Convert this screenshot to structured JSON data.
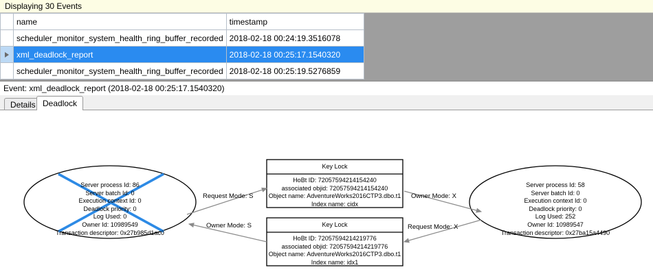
{
  "banner": {
    "text": "Displaying 30 Events"
  },
  "grid": {
    "columns": [
      "",
      "name",
      "timestamp"
    ],
    "rows": [
      {
        "selected": false,
        "name": "scheduler_monitor_system_health_ring_buffer_recorded",
        "timestamp": "2018-02-18 00:24:19.3516078"
      },
      {
        "selected": true,
        "name": "xml_deadlock_report",
        "timestamp": "2018-02-18 00:25:17.1540320"
      },
      {
        "selected": false,
        "name": "scheduler_monitor_system_health_ring_buffer_recorded",
        "timestamp": "2018-02-18 00:25:19.5276859"
      }
    ],
    "selection_color": "#2a8bf0"
  },
  "event_header": {
    "text": "Event: xml_deadlock_report (2018-02-18 00:25:17.1540320)"
  },
  "tabs": [
    {
      "label": "Details",
      "active": false
    },
    {
      "label": "Deadlock",
      "active": true
    }
  ],
  "deadlock_graph": {
    "victim_marker_color": "#2d8ae5",
    "process_left": {
      "is_victim": true,
      "lines": [
        "Server process Id: 86",
        "Server batch Id: 0",
        "Execution context Id: 0",
        "Deadlock priority: 0",
        "Log Used: 0",
        "Owner Id: 10989549",
        "Transaction descriptor: 0x27b985d1ac0"
      ]
    },
    "process_right": {
      "is_victim": false,
      "lines": [
        "Server process Id: 58",
        "Server batch Id: 0",
        "Execution context Id: 0",
        "Deadlock priority: 0",
        "Log Used: 252",
        "Owner Id: 10989547",
        "Transaction descriptor: 0x27ba15a4490"
      ]
    },
    "lock_top": {
      "title": "Key Lock",
      "lines": [
        "HoBt ID: 72057594214154240",
        "associated objid: 72057594214154240",
        "Object name: AdventureWorks2016CTP3.dbo.t1",
        "Index name: cidx"
      ]
    },
    "lock_bottom": {
      "title": "Key Lock",
      "lines": [
        "HoBt ID: 72057594214219776",
        "associated objid: 72057594214219776",
        "Object name: AdventureWorks2016CTP3.dbo.t1",
        "Index name: idx1"
      ]
    },
    "edges": [
      {
        "id": "left-to-toplock",
        "label": "Request Mode: S"
      },
      {
        "id": "botlock-to-left",
        "label": "Owner Mode: S"
      },
      {
        "id": "toplock-to-right",
        "label": "Owner Mode: X"
      },
      {
        "id": "right-to-botlock",
        "label": "Request Mode: X"
      }
    ]
  }
}
